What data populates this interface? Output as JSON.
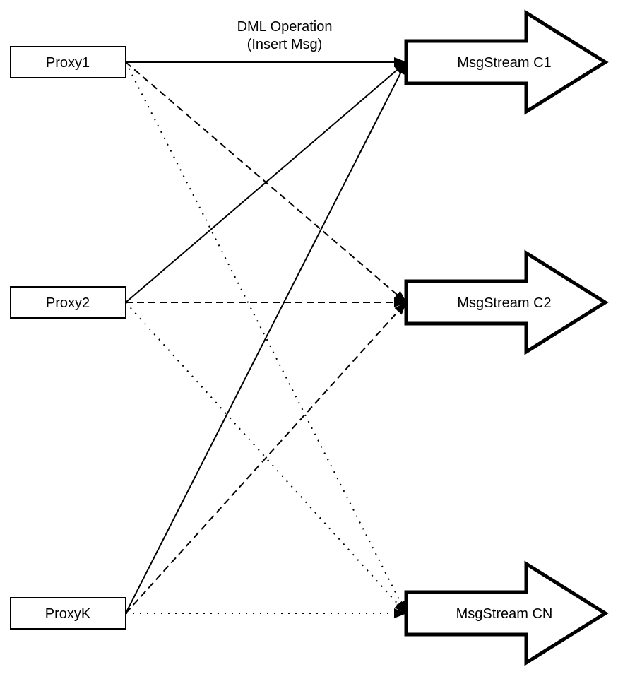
{
  "diagram": {
    "annotation": {
      "line1": "DML Operation",
      "line2": "(Insert Msg)"
    },
    "proxies": [
      {
        "id": "p1",
        "label": "Proxy1"
      },
      {
        "id": "p2",
        "label": "Proxy2"
      },
      {
        "id": "pk",
        "label": "ProxyK"
      }
    ],
    "streams": [
      {
        "id": "c1",
        "label": "MsgStream C1"
      },
      {
        "id": "c2",
        "label": "MsgStream C2"
      },
      {
        "id": "cn",
        "label": "MsgStream CN"
      }
    ],
    "edges": [
      {
        "from": "p1",
        "to": "c1",
        "style": "solid"
      },
      {
        "from": "p1",
        "to": "c2",
        "style": "dashed"
      },
      {
        "from": "p1",
        "to": "cn",
        "style": "dotted"
      },
      {
        "from": "p2",
        "to": "c1",
        "style": "solid"
      },
      {
        "from": "p2",
        "to": "c2",
        "style": "dashed"
      },
      {
        "from": "p2",
        "to": "cn",
        "style": "dotted"
      },
      {
        "from": "pk",
        "to": "c1",
        "style": "solid"
      },
      {
        "from": "pk",
        "to": "c2",
        "style": "dashed"
      },
      {
        "from": "pk",
        "to": "cn",
        "style": "dotted"
      }
    ],
    "colors": {
      "stroke": "#000000",
      "fill": "#ffffff",
      "text": "#000000",
      "background": "#ffffff"
    }
  }
}
